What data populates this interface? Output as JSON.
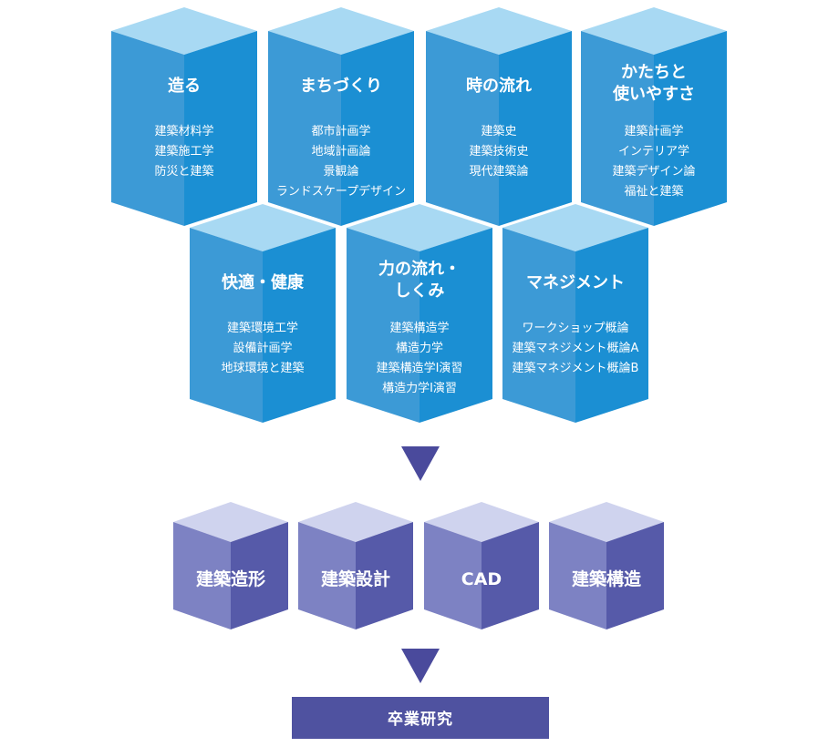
{
  "colors": {
    "blue_top": "#a8d9f3",
    "blue_left": "#3c9ad6",
    "blue_right": "#1b8fd3",
    "purple_top": "#cfd3ee",
    "purple_left": "#7d82c3",
    "purple_right": "#565aa9",
    "arrow": "#4a4a9c",
    "final_box": "#4f52a0",
    "text": "#ffffff"
  },
  "stage1": [
    {
      "title": [
        "造る"
      ],
      "items": [
        "建築材料学",
        "建築施工学",
        "防災と建築"
      ]
    },
    {
      "title": [
        "まちづくり"
      ],
      "items": [
        "都市計画学",
        "地域計画論",
        "景観論",
        "ランドスケープデザイン"
      ]
    },
    {
      "title": [
        "時の流れ"
      ],
      "items": [
        "建築史",
        "建築技術史",
        "現代建築論"
      ]
    },
    {
      "title": [
        "かたちと",
        "使いやすさ"
      ],
      "items": [
        "建築計画学",
        "インテリア学",
        "建築デザイン論",
        "福祉と建築"
      ]
    },
    {
      "title": [
        "快適・健康"
      ],
      "items": [
        "建築環境工学",
        "設備計画学",
        "地球環境と建築"
      ]
    },
    {
      "title": [
        "力の流れ・",
        "しくみ"
      ],
      "items": [
        "建築構造学",
        "構造力学",
        "建築構造学Ⅰ演習",
        "構造力学Ⅰ演習"
      ]
    },
    {
      "title": [
        "マネジメント"
      ],
      "items": [
        "ワークショップ概論",
        "建築マネジメント概論A",
        "建築マネジメント概論B"
      ]
    }
  ],
  "stage2": [
    "建築造形",
    "建築設計",
    "CAD",
    "建築構造"
  ],
  "final": {
    "label": "卒業研究"
  }
}
